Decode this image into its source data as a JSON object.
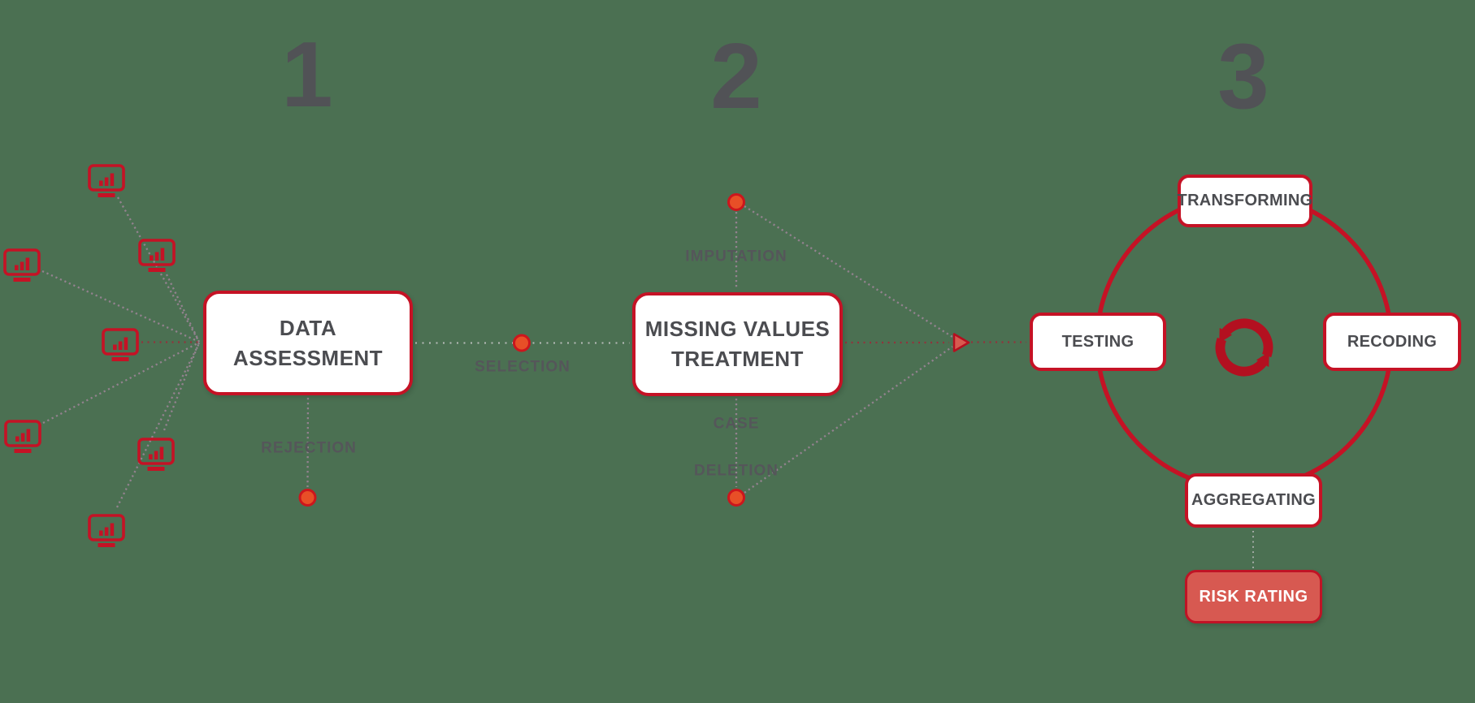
{
  "colors": {
    "background": "#4b7052",
    "accent_red": "#c51225",
    "refresh_red": "#b31020",
    "dot_fill": "#e84f27",
    "dot_stroke": "#cc161d",
    "box_text_dark": "#4b4c50",
    "label_gray": "#55565a",
    "number_gray": "#515256",
    "risk_fill": "#d75951",
    "risk_border": "#c01325",
    "mauve_dotted_line": "#93828f",
    "maroon_dotted_line": "#93323c",
    "light_gray_dotted_line": "#b9bdba"
  },
  "icons": {
    "monitor": "monitor-bar-chart-icon",
    "refresh": "refresh-cycle-icon",
    "flow_arrow": "arrow-right-triangle-icon"
  },
  "steps": {
    "one": {
      "number": "1",
      "box_line1": "DATA",
      "box_line2": "ASSESSMENT",
      "below_label": "REJECTION",
      "monitor_count": 7
    },
    "two": {
      "number": "2",
      "box_line1": "MISSING VALUES",
      "box_line2": "TREATMENT",
      "left_label": "SELECTION",
      "top_label": "IMPUTATION",
      "bottom_label_line1": "CASE",
      "bottom_label_line2": "DELETION"
    },
    "three": {
      "number": "3",
      "cycle_top": "TRANSFORMING",
      "cycle_left": "TESTING",
      "cycle_right": "RECODING",
      "cycle_bottom": "AGGREGATING",
      "result": "RISK RATING"
    }
  }
}
